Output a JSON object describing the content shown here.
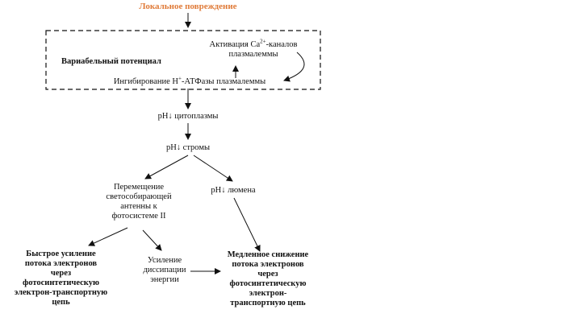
{
  "nodes": {
    "trigger": "Локальное повреждение",
    "box_title": "Вариабельный потенциал",
    "ca_line1_a": "Активация Ca",
    "ca_line1_sup": "2+",
    "ca_line1_b": "-каналов",
    "ca_line2": "плазмалеммы",
    "atp_a": "Ингибирование H",
    "atp_sup": "+",
    "atp_b": "-АТФазы плазмалеммы",
    "ph_cyto": "pH↓ цитоплазмы",
    "ph_stroma": "pH↓ стромы",
    "ph_lumen": "pH↓ люмена",
    "antenna": [
      "Перемещение",
      "светособирающей",
      "антенны к",
      "фотосистеме II"
    ],
    "dissipation": [
      "Усиление",
      "диссипации",
      "энергии"
    ],
    "fast": [
      "Быстрое усиление",
      "потока электронов",
      "через",
      "фотосинтетическую",
      "электрон-транспортную",
      "цепь"
    ],
    "slow": [
      "Медленное снижение",
      "потока электронов",
      "через",
      "фотосинтетическую",
      "электрон-",
      "транспортную цепь"
    ]
  },
  "colors": {
    "accent": "#e07b39",
    "line": "#111111"
  }
}
